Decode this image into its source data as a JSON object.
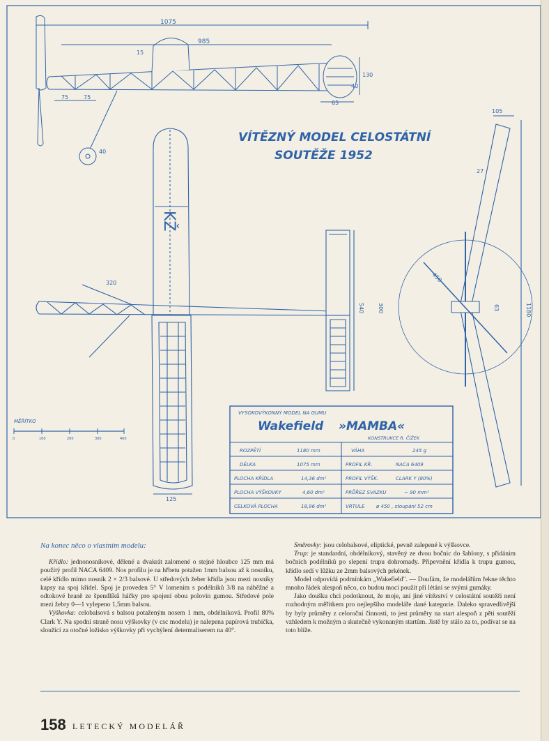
{
  "drawing": {
    "headline_line1": "VÍTĚZNÝ MODEL CELOSTÁTNÍ",
    "headline_line2": "SOUTĚŽE 1952",
    "wing_mark": "KŽ",
    "scale_label": "MĚŘÍTKO",
    "scale_ticks": [
      "0",
      "100",
      "200",
      "300",
      "400"
    ],
    "dimensions": {
      "overall_length": "1075",
      "fuselage_length": "985",
      "d75a": "75",
      "d75b": "75",
      "d15": "15",
      "d130": "130",
      "d40": "40",
      "d65": "65",
      "d40b": "40",
      "tip_105": "105",
      "dihedral_27": "27",
      "span_1180": "1180",
      "wing_320": "320",
      "stab_540": "540",
      "prop_300": "300",
      "prop_450": "450",
      "prop_63": "63",
      "chord_125": "125"
    }
  },
  "spec_table": {
    "header": "VYSOKOVÝKONNÝ  MODEL  NA  GUMU",
    "name_wakefield": "Wakefield",
    "name_mamba": "»MAMBA«",
    "construction": "KONSTRUKCE   R. ČÍŽEK",
    "rows": [
      {
        "label_left": "ROZPĚTÍ",
        "value_left": "1180 mm",
        "label_right": "VÁHA",
        "value_right": "245 g"
      },
      {
        "label_left": "DÉLKA",
        "value_left": "1075 mm",
        "label_right": "PROFIL KŘ.",
        "value_right": "NACA 6409"
      },
      {
        "label_left": "PLOCHA KŘÍDLA",
        "value_left": "14,36 dm²",
        "label_right": "PROFIL VÝŠK.",
        "value_right": "CLARK Y (80%)"
      },
      {
        "label_left": "PLOCHA VÝŠKOVKY",
        "value_left": "4,60 dm²",
        "label_right": "PRŮŘEZ SVAZKU",
        "value_right": "~ 90 mm²"
      },
      {
        "label_left": "CELKOVÁ PLOCHA",
        "value_left": "18,96 dm²",
        "label_right": "VRTULE",
        "value_right": "ø 450 , stoupání 52 cm"
      }
    ]
  },
  "article": {
    "title": "Na konec něco o vlastním modelu:",
    "p1_lead": "Křídlo:",
    "p1": " jednonosníkové, dělené a dvakrát zalomené o stejné hloubce 125 mm má použitý profil NACA 6409. Nos profilu je na hřbetu potažen 1mm balsou až k nosníku, celé křídlo mimo nosník 2 × 2/3 balsové. U středových žeber křídla jsou mezi nosníky kapsy na spoj křídel. Spoj je proveden 5° V lomením s podélníků 3/8 na náběžné a odtokové hraně ze špendlíků háčky pro spojení obou polovin gumou. Středové pole mezi žebry 0—1 vylepeno 1,5mm balsou.",
    "p2_lead": "Výškovka:",
    "p2": " celobalsová s balsou potaženým nosem 1 mm, obdélníková. Profil 80% Clark Y. Na spodní straně nosu výškovky (v csc modelu) je nalepena papírová trubička, sloužící za otočné ložisko výškovky při vychýlení determaliserem na 40°.",
    "p3_lead": "Směrovky:",
    "p3": " jsou celobalsové, eliptické, pevně zalepené k výškovce.",
    "p4_lead": "Trup:",
    "p4": " je standardní, obdélníkový, stavěný ze dvou bočnic do šablony, s přidáním bočních podélníků po slepení trupu dohromady. Připevnění křídla k trupu gumou, křídlo sedí v lůžku ze 2mm balsových prkének.",
    "p5": "Model odpovídá podmínkám „Wakefield\". — Doufám, že modelářům řekne těchto mnoho řádek alespoň něco, co budou moci použít při létání se svými gumáky.",
    "p6": "Jako doušku chci podotknout, že moje, ani jiné vítězství v celostátní soutěži není rozhodným měřítkem pro nejlepšího modeláře dané kategorie. Daleko spravedlivější by byly průměry z celoroční činnosti, to jest průměry na start alespoň z pěti soutěží vzhledem k možným a skutečně vykonaným startům. Jistě by stálo za to, podívat se na toto blíže."
  },
  "footer": {
    "page_number": "158",
    "magazine": "LETECKÝ MODELÁŘ"
  },
  "colors": {
    "ink_blue": "#2f63a8",
    "paper": "#f3efe4",
    "text": "#2a2a2a"
  }
}
